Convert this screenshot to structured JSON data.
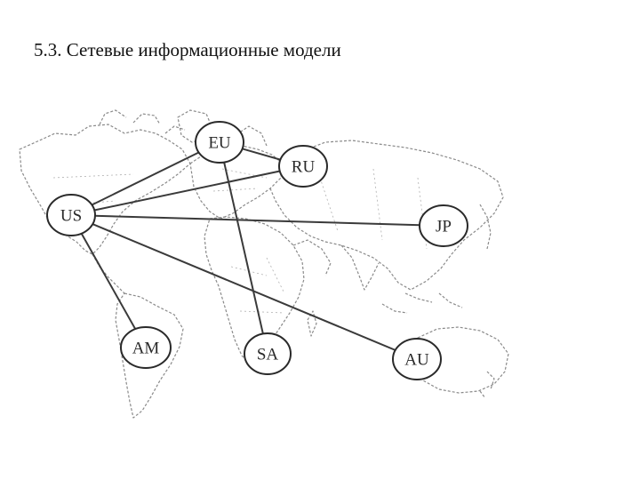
{
  "slide": {
    "title": "5.3. Сетевые информационные модели"
  },
  "diagram": {
    "nodes": [
      {
        "id": "EU",
        "label": "EU"
      },
      {
        "id": "RU",
        "label": "RU"
      },
      {
        "id": "US",
        "label": "US"
      },
      {
        "id": "JP",
        "label": "JP"
      },
      {
        "id": "AM",
        "label": "AM"
      },
      {
        "id": "SA",
        "label": "SA"
      },
      {
        "id": "AU",
        "label": "AU"
      }
    ],
    "edges": [
      {
        "from": "US",
        "to": "EU"
      },
      {
        "from": "US",
        "to": "RU"
      },
      {
        "from": "US",
        "to": "JP"
      },
      {
        "from": "US",
        "to": "AM"
      },
      {
        "from": "US",
        "to": "AU"
      },
      {
        "from": "EU",
        "to": "RU"
      },
      {
        "from": "EU",
        "to": "SA"
      }
    ]
  }
}
